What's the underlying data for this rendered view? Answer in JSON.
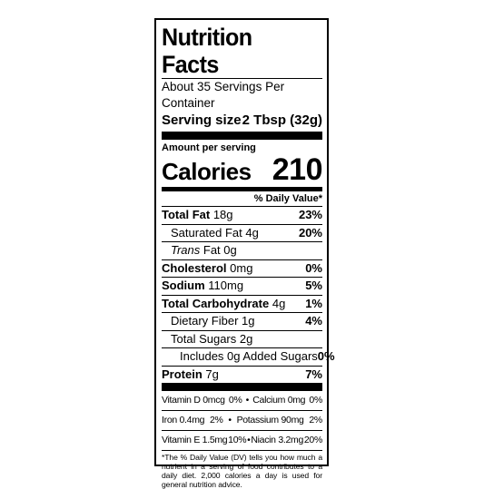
{
  "label": {
    "title": "Nutrition Facts",
    "servings_per_container": "About 35 Servings Per Container",
    "serving_size_label": "Serving size",
    "serving_size_value": "2 Tbsp (32g)",
    "amount_per_serving": "Amount per serving",
    "calories_label": "Calories",
    "calories_value": "210",
    "daily_value_header": "% Daily Value*",
    "nutrients": [
      {
        "name": "Total Fat",
        "amount": "18g",
        "dv": "23%"
      },
      {
        "name": "Saturated Fat",
        "amount": "4g",
        "dv": "20%"
      },
      {
        "name": "Trans",
        "suffix": "Fat 0g",
        "dv": ""
      },
      {
        "name": "Cholesterol",
        "amount": "0mg",
        "dv": "0%"
      },
      {
        "name": "Sodium",
        "amount": "110mg",
        "dv": "5%"
      },
      {
        "name": "Total Carbohydrate",
        "amount": "4g",
        "dv": "1%"
      },
      {
        "name": "Dietary Fiber",
        "amount": "1g",
        "dv": "4%"
      },
      {
        "name": "Total Sugars",
        "amount": "2g",
        "dv": ""
      },
      {
        "name": "Includes 0g Added Sugars",
        "amount": "",
        "dv": "0%"
      },
      {
        "name": "Protein",
        "amount": "7g",
        "dv": "7%"
      }
    ],
    "vitamins": [
      {
        "left": "Vitamin D 0mcg",
        "left_dv": "0%",
        "right": "Calcium 0mg",
        "right_dv": "0%"
      },
      {
        "left": "Iron 0.4mg",
        "left_dv": "2%",
        "right": "Potassium 90mg",
        "right_dv": "2%"
      },
      {
        "left": "Vitamin E 1.5mg",
        "left_dv": "10%",
        "right": "Niacin 3.2mg",
        "right_dv": "20%"
      }
    ],
    "bullet": "•",
    "footnote": "*The % Daily Value (DV) tells you how much a nutrient in a serving of food contributes to a daily diet. 2,000 calories a day is used for general nutrition advice."
  }
}
